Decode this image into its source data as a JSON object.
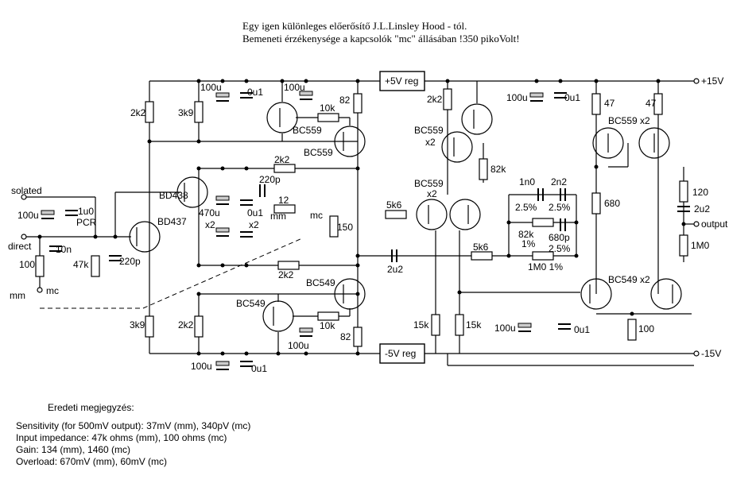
{
  "title": {
    "line1": "Egy igen különleges előerősítő J.L.Linsley Hood - tól.",
    "line2": "Bemeneti érzékenysége a kapcsolók \"mc\" állásában !350 pikoVolt!"
  },
  "notes": {
    "heading": "Eredeti megjegyzés:",
    "lines": [
      "Sensitivity (for 500mV output): 37mV (mm), 340pV (mc)",
      "Input impedance: 47k ohms (mm), 100 ohms (mc)",
      "Gain: 134 (mm), 1460 (mc)",
      "Overload: 670mV (mm), 60mV (mc)"
    ]
  },
  "rails": {
    "plus": "+15V",
    "minus": "-15V",
    "output": "output"
  },
  "regulators": {
    "plus": "+5V reg",
    "minus": "-5V reg"
  },
  "inputs": {
    "isolated": "solated",
    "direct": "direct",
    "mm": "mm",
    "mc": "mc",
    "pcr": "PCR"
  },
  "transistors": {
    "bd438": "BD438",
    "bd437": "BD437",
    "bc559_a": "BC559",
    "bc559_b": "BC559",
    "bc549_a": "BC549",
    "bc549_b": "BC549",
    "bc559_c": "BC559",
    "bc559_c_x2": "x2",
    "bc559_d": "BC559",
    "bc559_d_x2": "x2",
    "bc559_e": "BC559 x2",
    "bc549_e": "BC549 x2"
  },
  "components": {
    "r_2k2_a": "2k2",
    "r_3k9_a": "3k9",
    "c_100u_a": "100u",
    "c_0u1_a": "0u1",
    "c_100u_b": "100u",
    "r_82_a": "82",
    "r_10k_a": "10k",
    "r_2k2_b": "2k2",
    "c_220p_a": "220p",
    "r_12": "12",
    "sw_mm": "mm",
    "sw_mc": "mc",
    "c_470u": "470u",
    "c_470u_x2": "x2",
    "c_0u1_b": "0u1",
    "c_0u1_b_x2": "x2",
    "r_150": "150",
    "c_100u_in": "100u",
    "c_1u0": "1u0",
    "c_10n": "10n",
    "r_100_in": "100",
    "r_47k": "47k",
    "c_220p_b": "220p",
    "in_mc": "mc",
    "sw_in_mm": "mm",
    "r_2k2_c": "2k2",
    "r_3k9_b": "3k9",
    "r_2k2_d": "2k2",
    "c_100u_c": "100u",
    "r_10k_b": "10k",
    "r_82_b": "82",
    "c_100u_d": "100u",
    "c_0u1_c": "0u1",
    "r_2k2_e": "2k2",
    "r_82k_a": "82k",
    "r_5k6_a": "5k6",
    "c_2u2_a": "2u2",
    "r_5k6_b": "5k6",
    "c_1n0": "1n0",
    "c_1n0_tol": "2.5%",
    "c_2n2": "2n2",
    "c_2n2_tol": "2.5%",
    "r_82k_b": "82k",
    "r_82k_b_tol": "1%",
    "c_680p": "680p",
    "c_680p_tol": "2.5%",
    "r_1m0_a": "1M0 1%",
    "r_15k_a": "15k",
    "r_15k_b": "15k",
    "c_100u_e": "100u",
    "c_0u1_d": "0u1",
    "c_100u_f": "100u",
    "c_0u1_e": "0u1",
    "r_47_a": "47",
    "r_47_b": "47",
    "r_680": "680",
    "r_120": "120",
    "c_2u2_b": "2u2",
    "r_1m0_b": "1M0",
    "r_100_out": "100"
  }
}
